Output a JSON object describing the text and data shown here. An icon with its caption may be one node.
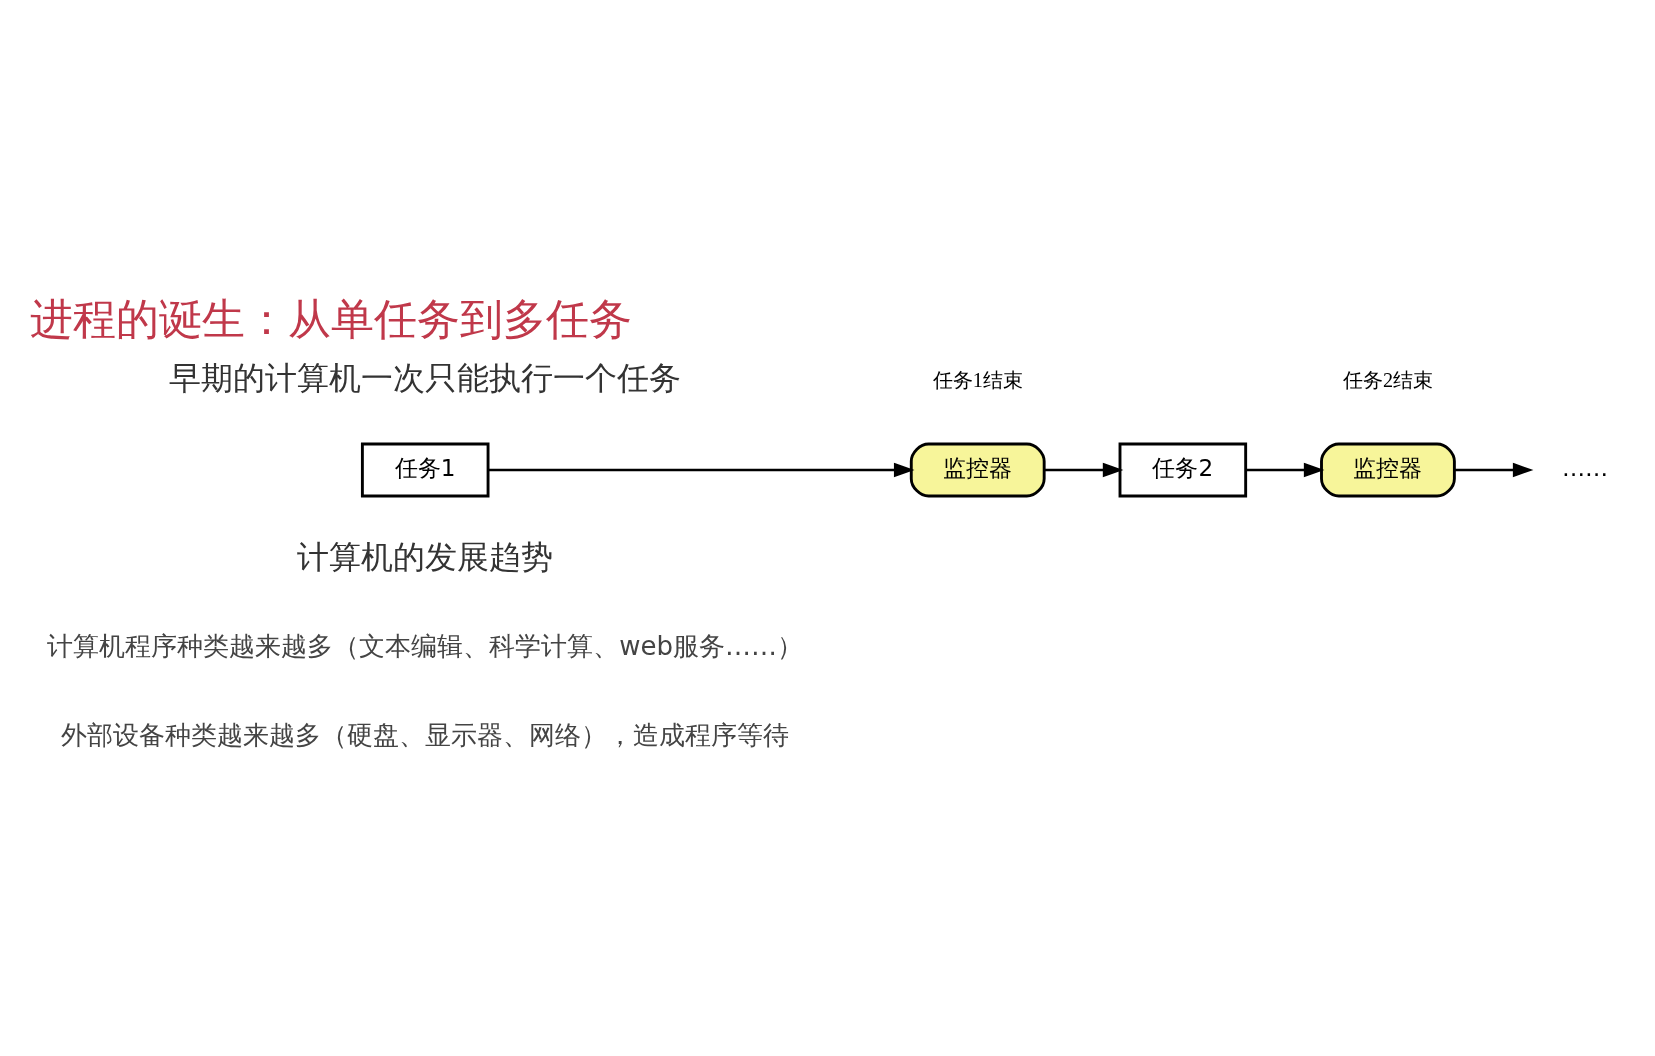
{
  "diagram": {
    "title": "进程的诞生：从单任务到多任务",
    "nodes": [
      {
        "text": [
          "任务1"
        ]
      },
      {
        "text": [
          "监控器"
        ]
      },
      {
        "text": [
          "任务2"
        ]
      },
      {
        "text": [
          "监控器"
        ]
      },
      {
        "text": [
          "……"
        ]
      }
    ],
    "edges": [
      {
        "from": 0,
        "to": 1,
        "arrow": "to"
      },
      {
        "from": 1,
        "to": 2,
        "arrow": "to"
      },
      {
        "from": 2,
        "to": 3,
        "arrow": "to"
      },
      {
        "from": 3,
        "to": 4,
        "arrow": "to"
      }
    ],
    "labels": [
      "早期的计算机一次只能执行一个任务",
      "任务1结束",
      "任务2结束",
      "计算机的发展趋势",
      "计算机程序种类越来越多（文本编辑、科学计算、web服务……）",
      "外部设备种类越来越多（硬盘、显示器、网络），造成程序等待"
    ]
  }
}
